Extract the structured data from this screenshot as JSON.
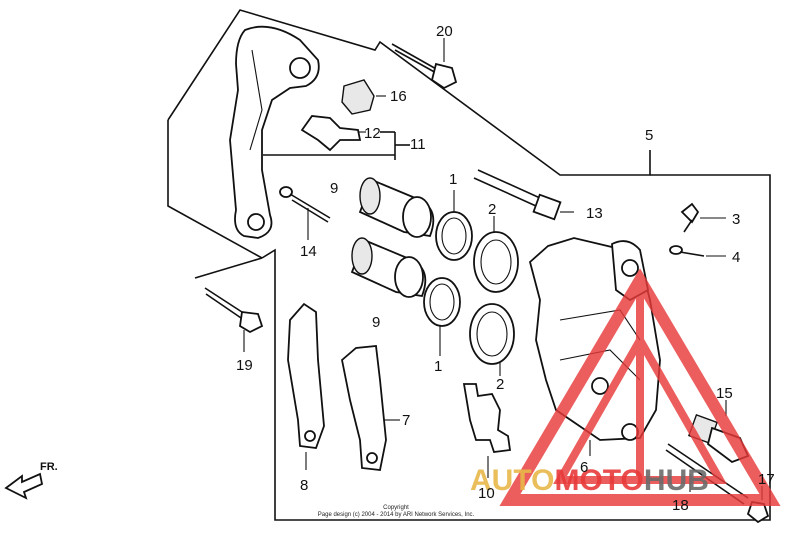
{
  "callouts": {
    "c1a": "1",
    "c1b": "1",
    "c2a": "2",
    "c2b": "2",
    "c3": "3",
    "c4": "4",
    "c5": "5",
    "c6": "6",
    "c7": "7",
    "c8": "8",
    "c9a": "9",
    "c9b": "9",
    "c10": "10",
    "c11": "11",
    "c12": "12",
    "c13": "13",
    "c14": "14",
    "c15": "15",
    "c16": "16",
    "c17": "17",
    "c18": "18",
    "c19": "19",
    "c20": "20"
  },
  "direction_label": "FR.",
  "copyright": {
    "line1": "Copyright",
    "line2": "Page design (c) 2004 - 2014 by ARI Network Services, Inc."
  },
  "watermark": {
    "part1": "AUTO",
    "part2": "MOTO",
    "part3": "HUB",
    "color_gold": "#e8b84a",
    "color_red": "#e83a3a",
    "color_gray": "#6b6b6b"
  }
}
